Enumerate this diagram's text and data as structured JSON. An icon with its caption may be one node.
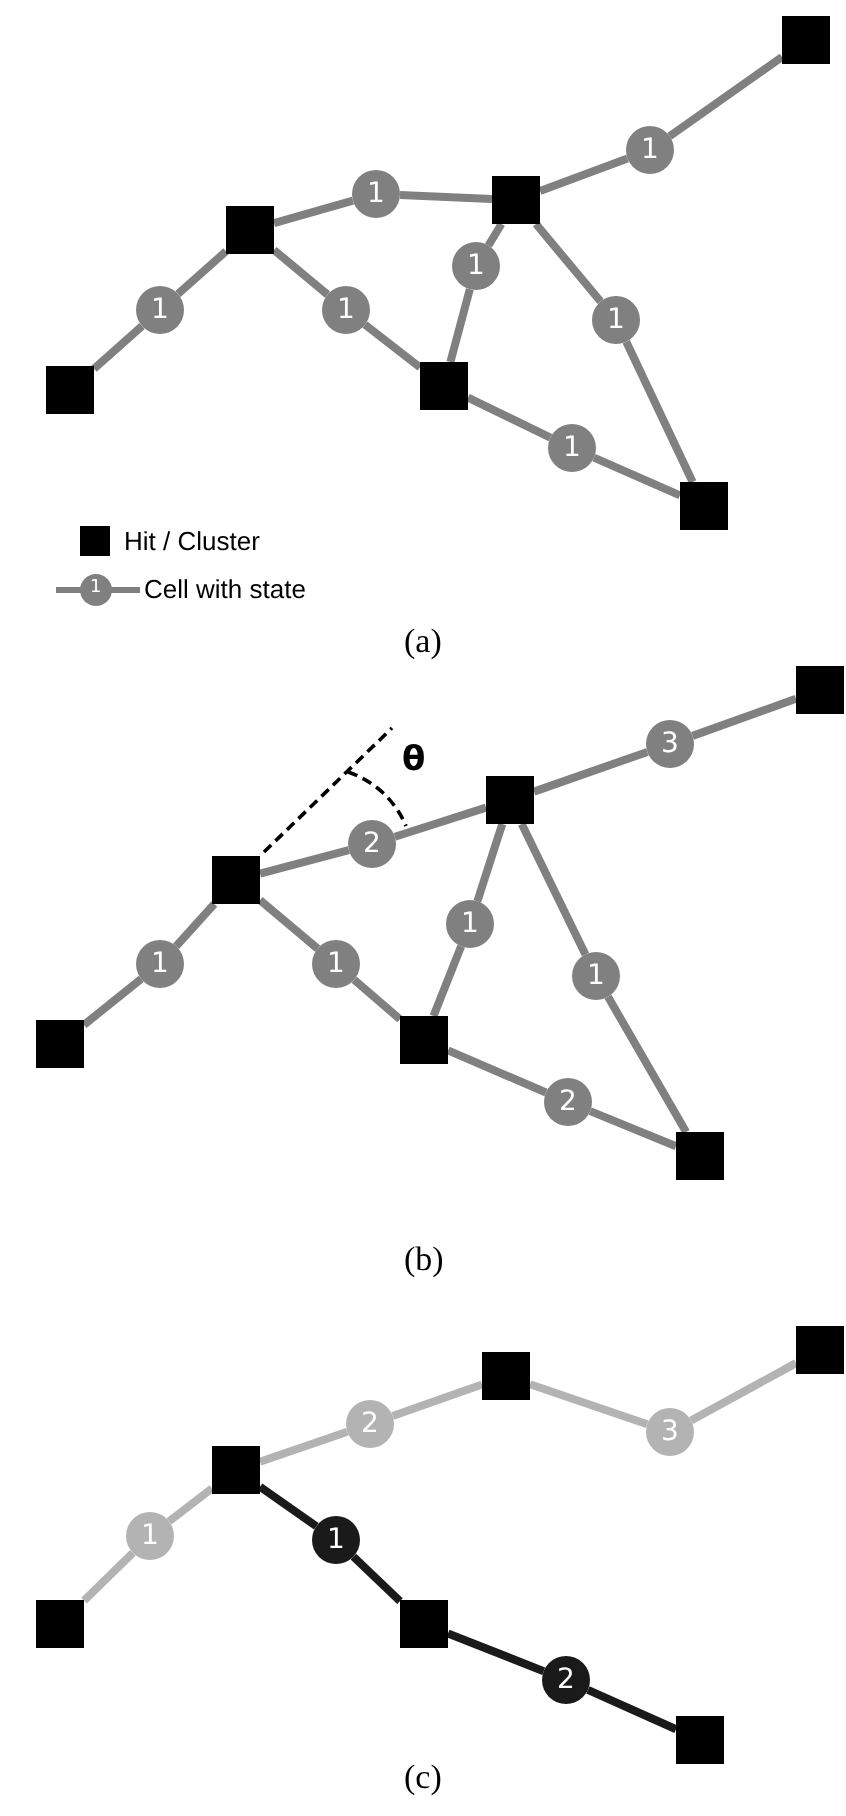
{
  "diagram": {
    "nodes": [
      {
        "text": [],
        "shape": "box"
      },
      {
        "text": [
          "1"
        ]
      },
      {
        "text": [],
        "shape": "box"
      },
      {
        "text": [
          "1"
        ]
      },
      {
        "text": [],
        "shape": "box"
      },
      {
        "text": [
          "1"
        ]
      },
      {
        "text": [
          "1"
        ]
      },
      {
        "text": [
          "1"
        ]
      },
      {
        "text": [
          "1"
        ]
      },
      {
        "text": [],
        "shape": "box"
      },
      {
        "text": [],
        "shape": "box"
      },
      {
        "text": [
          "1"
        ]
      },
      {
        "text": [],
        "shape": "box"
      },
      {
        "text": [],
        "shape": "box"
      },
      {
        "text": [
          "3"
        ]
      },
      {
        "text": [],
        "shape": "box"
      },
      {
        "text": [
          "2"
        ]
      },
      {
        "text": [],
        "shape": "box"
      },
      {
        "text": [
          "1"
        ]
      },
      {
        "text": [
          "1"
        ]
      },
      {
        "text": [
          "1"
        ]
      },
      {
        "text": [
          "1"
        ]
      },
      {
        "text": [],
        "shape": "box"
      },
      {
        "text": [],
        "shape": "box"
      },
      {
        "text": [
          "2"
        ]
      },
      {
        "text": [],
        "shape": "box"
      },
      {
        "text": [],
        "shape": "box"
      },
      {
        "text": [],
        "shape": "box"
      },
      {
        "text": [
          "2"
        ]
      },
      {
        "text": [
          "3"
        ]
      },
      {
        "text": [],
        "shape": "box"
      },
      {
        "text": [
          "1"
        ]
      },
      {
        "text": [
          "1"
        ]
      },
      {
        "text": [],
        "shape": "box"
      },
      {
        "text": [],
        "shape": "box"
      },
      {
        "text": [
          "2"
        ]
      },
      {
        "text": [],
        "shape": "box"
      }
    ],
    "edges": [
      {
        "from": 2,
        "to": 1,
        "arrow": "none"
      },
      {
        "from": 1,
        "to": 0,
        "arrow": "none"
      },
      {
        "from": 4,
        "to": 3,
        "arrow": "none"
      },
      {
        "from": 3,
        "to": 2,
        "arrow": "none"
      },
      {
        "from": 9,
        "to": 6,
        "arrow": "none"
      },
      {
        "from": 6,
        "to": 4,
        "arrow": "none"
      },
      {
        "from": 4,
        "to": 7,
        "arrow": "none"
      },
      {
        "from": 7,
        "to": 10,
        "arrow": "none"
      },
      {
        "from": 10,
        "to": 5,
        "arrow": "none"
      },
      {
        "from": 5,
        "to": 2,
        "arrow": "none"
      },
      {
        "from": 2,
        "to": 8,
        "arrow": "none"
      },
      {
        "from": 8,
        "to": 12,
        "arrow": "none"
      },
      {
        "from": 10,
        "to": 11,
        "arrow": "none"
      },
      {
        "from": 11,
        "to": 12,
        "arrow": "none"
      },
      {
        "from": 15,
        "to": 14,
        "arrow": "none"
      },
      {
        "from": 14,
        "to": 13,
        "arrow": "none"
      },
      {
        "from": 17,
        "to": 16,
        "arrow": "none"
      },
      {
        "from": 16,
        "to": 15,
        "arrow": "none"
      },
      {
        "from": 22,
        "to": 19,
        "arrow": "none"
      },
      {
        "from": 19,
        "to": 17,
        "arrow": "none"
      },
      {
        "from": 17,
        "to": 20,
        "arrow": "none"
      },
      {
        "from": 20,
        "to": 23,
        "arrow": "none"
      },
      {
        "from": 23,
        "to": 18,
        "arrow": "none"
      },
      {
        "from": 18,
        "to": 15,
        "arrow": "none"
      },
      {
        "from": 15,
        "to": 21,
        "arrow": "none"
      },
      {
        "from": 21,
        "to": 25,
        "arrow": "none"
      },
      {
        "from": 23,
        "to": 24,
        "arrow": "none"
      },
      {
        "from": 24,
        "to": 25,
        "arrow": "none"
      },
      {
        "from": 33,
        "to": 31,
        "arrow": "none",
        "color": "#b3b3b3"
      },
      {
        "from": 31,
        "to": 30,
        "arrow": "none",
        "color": "#b3b3b3"
      },
      {
        "from": 30,
        "to": 28,
        "arrow": "none",
        "color": "#b3b3b3"
      },
      {
        "from": 28,
        "to": 27,
        "arrow": "none",
        "color": "#b3b3b3"
      },
      {
        "from": 27,
        "to": 29,
        "arrow": "none",
        "color": "#b3b3b3"
      },
      {
        "from": 29,
        "to": 26,
        "arrow": "none",
        "color": "#b3b3b3"
      },
      {
        "from": 30,
        "to": 32,
        "arrow": "none",
        "color": "#1a1a1a"
      },
      {
        "from": 32,
        "to": 34,
        "arrow": "none",
        "color": "#1a1a1a"
      },
      {
        "from": 34,
        "to": 35,
        "arrow": "none",
        "color": "#1a1a1a"
      },
      {
        "from": 35,
        "to": 36,
        "arrow": "none",
        "color": "#1a1a1a"
      }
    ],
    "labels": [
      "1",
      "(a)",
      "θ",
      "(b)",
      "(c)"
    ],
    "legend": [
      {
        "text": "Hit / Cluster"
      },
      {
        "text": "Cell with state"
      }
    ]
  }
}
